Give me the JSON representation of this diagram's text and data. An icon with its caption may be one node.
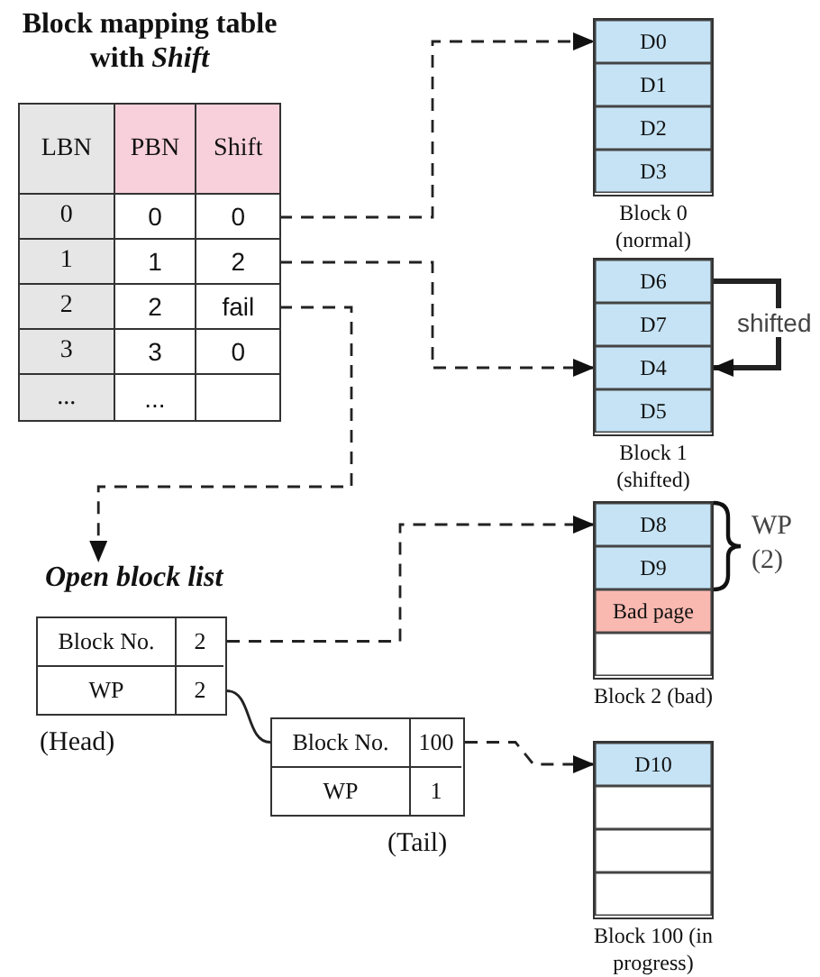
{
  "diagram": {
    "nodes": [
      {
        "text": [
          "Block mapping table with *Shift*"
        ]
      },
      {
        "text": [
          "LBN",
          "PBN",
          "Shift"
        ],
        "in": 0
      },
      {
        "text": [
          "0",
          "0",
          "0"
        ],
        "in": 0
      },
      {
        "text": [
          "1",
          "1",
          "2"
        ],
        "in": 0
      },
      {
        "text": [
          "2",
          "2",
          "fail"
        ],
        "in": 0
      },
      {
        "text": [
          "3",
          "3",
          "0"
        ],
        "in": 0
      },
      {
        "text": [
          "...",
          "..."
        ],
        "in": 0
      },
      {
        "text": [
          "Block 0 (normal)"
        ]
      },
      {
        "text": [
          "D0"
        ],
        "in": 7
      },
      {
        "text": [
          "D1"
        ],
        "in": 7
      },
      {
        "text": [
          "D2"
        ],
        "in": 7
      },
      {
        "text": [
          "D3"
        ],
        "in": 7
      },
      {
        "text": [
          "Block 1 (shifted)"
        ]
      },
      {
        "text": [
          "D6"
        ],
        "in": 12
      },
      {
        "text": [
          "D7"
        ],
        "in": 12
      },
      {
        "text": [
          "D4"
        ],
        "in": 12
      },
      {
        "text": [
          "D5"
        ],
        "in": 12
      },
      {
        "text": [
          "Block 2 (bad)"
        ]
      },
      {
        "text": [
          "D8"
        ],
        "in": 17
      },
      {
        "text": [
          "D9"
        ],
        "in": 17
      },
      {
        "text": [
          "Bad page"
        ],
        "in": 17
      },
      {
        "text": [],
        "shape": "box",
        "in": 17
      },
      {
        "text": [
          "Block 100 (in progress)"
        ]
      },
      {
        "text": [
          "D10"
        ],
        "in": 22
      },
      {
        "text": [],
        "shape": "box",
        "in": 22
      },
      {
        "text": [],
        "shape": "box",
        "in": 22
      },
      {
        "text": [],
        "shape": "box",
        "in": 22
      },
      {
        "text": [
          "Open block list"
        ]
      },
      {
        "text": [
          "Block No.",
          "2",
          "WP",
          "2"
        ],
        "beside": [
          "(Head)"
        ]
      },
      {
        "text": [
          "Block No.",
          "100",
          "WP",
          "1"
        ],
        "beside": [
          "(Tail)"
        ]
      }
    ],
    "edges": [
      {
        "from": 2,
        "to": 8,
        "arrow": "to",
        "style": "dashed"
      },
      {
        "from": 3,
        "to": 15,
        "arrow": "to",
        "style": "dashed"
      },
      {
        "from": 4,
        "to": 27,
        "arrow": "to",
        "style": "dashed"
      },
      {
        "from": 13,
        "to": 15,
        "arrow": "to",
        "label": "shifted",
        "style": "thick"
      },
      {
        "from": 28,
        "to": 18,
        "arrow": "to",
        "style": "dashed"
      },
      {
        "from": 28,
        "to": 29,
        "arrow": "none"
      },
      {
        "from": 29,
        "to": 23,
        "arrow": "to",
        "style": "dashed"
      }
    ],
    "labels": [
      "WP (2)"
    ]
  }
}
